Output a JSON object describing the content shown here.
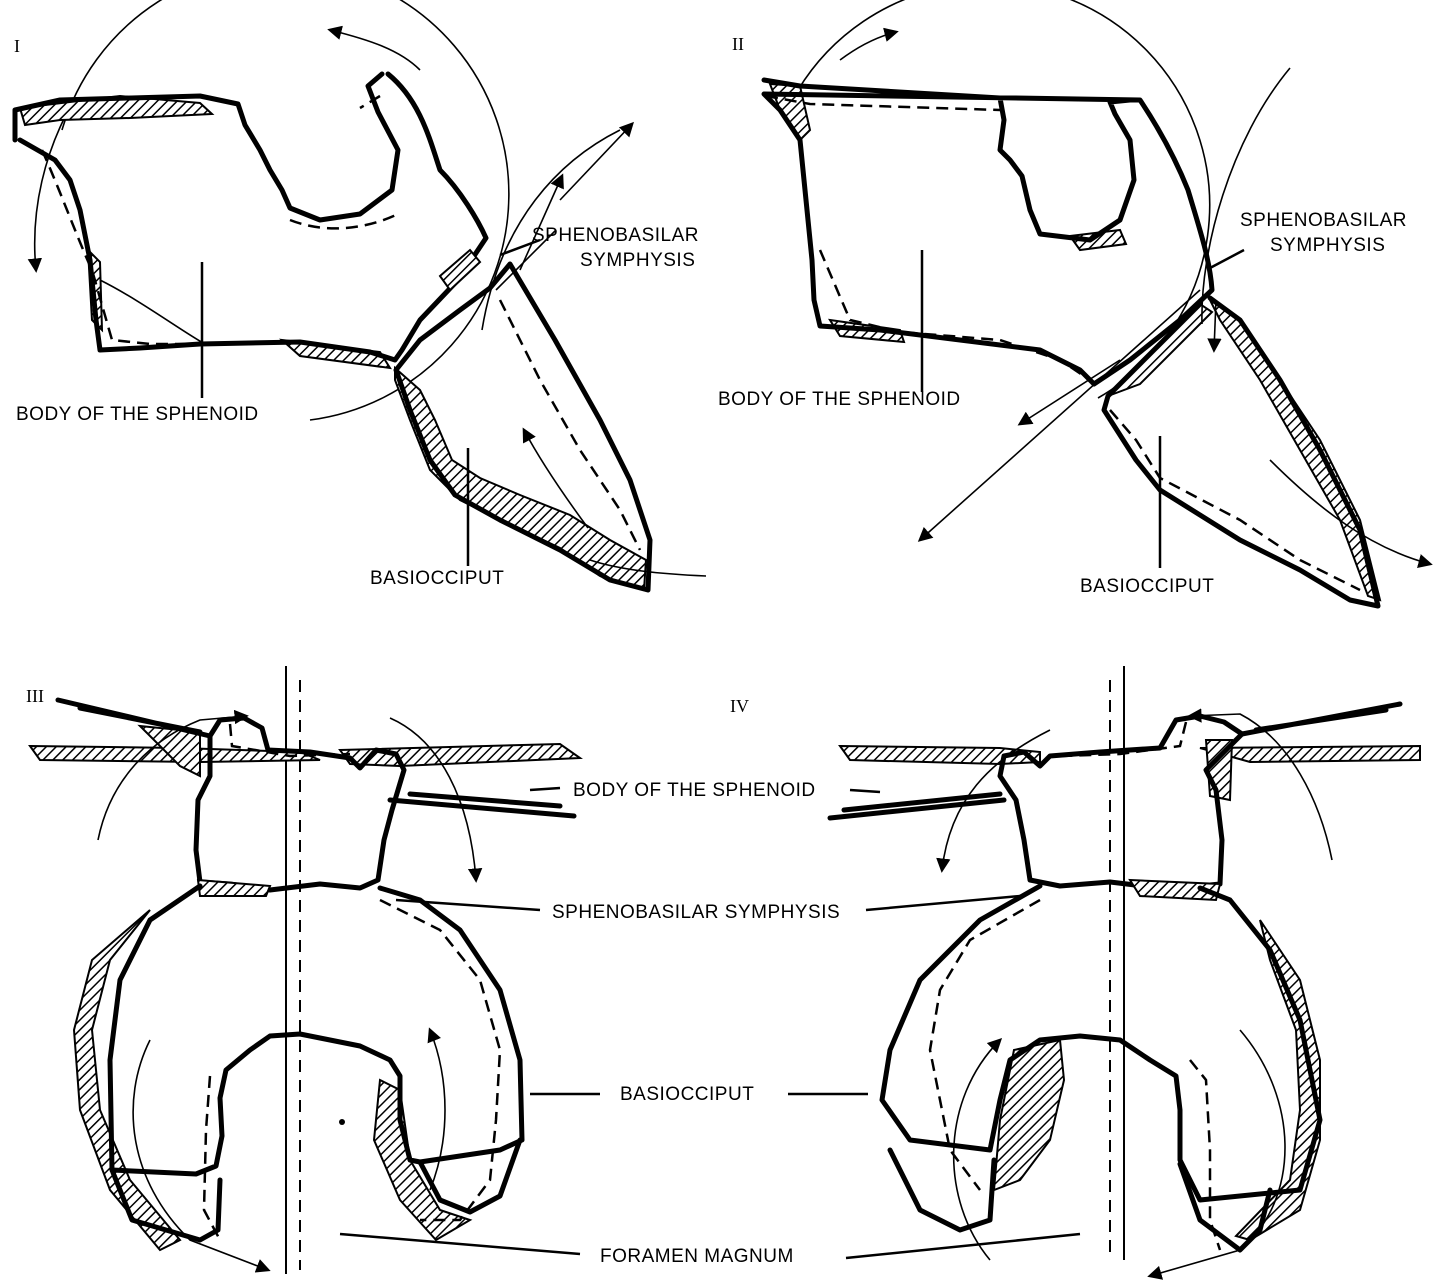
{
  "panels": {
    "p1": {
      "numeral": "I"
    },
    "p2": {
      "numeral": "II"
    },
    "p3": {
      "numeral": "III"
    },
    "p4": {
      "numeral": "IV"
    }
  },
  "labels": {
    "body_of_sphenoid": "BODY OF THE SPHENOID",
    "sphenobasilar_line1": "SPHENOBASILAR",
    "sphenobasilar_line2": "SYMPHYSIS",
    "basiocciput": "BASIOCCIPUT",
    "sphenobasilar_symphysis": "SPHENOBASILAR SYMPHYSIS",
    "foramen_magnum": "FORAMEN MAGNUM"
  }
}
